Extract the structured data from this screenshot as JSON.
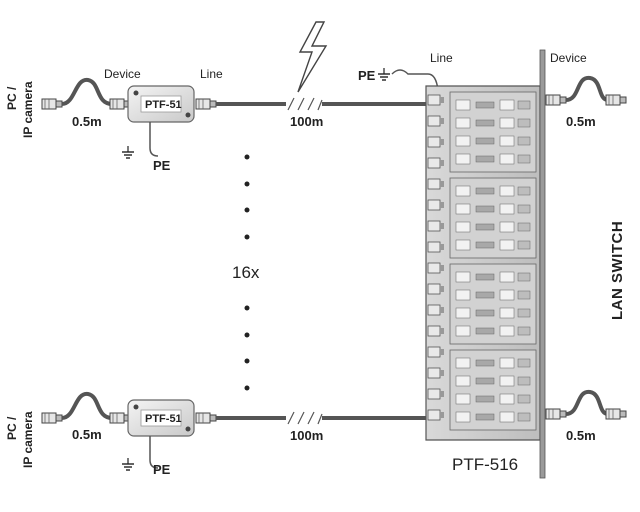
{
  "top": {
    "pc_label_line1": "PC /",
    "pc_label_line2": "IP camera",
    "device_label": "Device",
    "line_label": "Line",
    "box_label": "PTF-51",
    "short_cable": "0.5m",
    "long_cable": "100m",
    "pe_label": "PE"
  },
  "bottom": {
    "pc_label_line1": "PC /",
    "pc_label_line2": "IP camera",
    "box_label": "PTF-51",
    "short_cable": "0.5m",
    "long_cable": "100m",
    "pe_label": "PE"
  },
  "count_label": "16x",
  "panel": {
    "line_label": "Line",
    "device_label": "Device",
    "pe_label": "PE",
    "name": "PTF-516",
    "right_top_cable": "0.5m",
    "right_bottom_cable": "0.5m"
  },
  "switch_label": "LAN SWITCH",
  "icons": [
    "lightning-icon",
    "ground-icon",
    "rj45-plug-icon"
  ]
}
